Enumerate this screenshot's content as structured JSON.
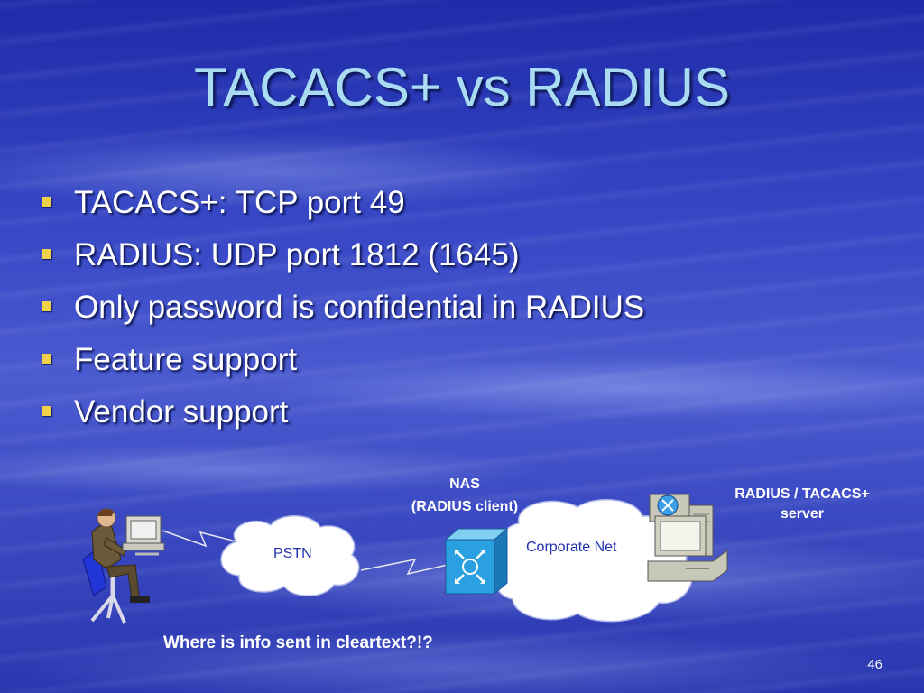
{
  "slide": {
    "title": "TACACS+ vs RADIUS",
    "bullets": [
      "TACACS+: TCP port 49",
      "RADIUS: UDP port 1812 (1645)",
      "Only password is confidential in RADIUS",
      "Feature support",
      "Vendor support"
    ],
    "page_number": "46"
  },
  "diagram": {
    "nas_label_line1": "NAS",
    "nas_label_line2": "(RADIUS client)",
    "server_label_line1": "RADIUS / TACACS+",
    "server_label_line2": "server",
    "pstn_label": "PSTN",
    "corporate_label": "Corporate Net",
    "question": "Where is info sent in cleartext?!?"
  },
  "colors": {
    "title": "#a9dcf2",
    "bullet_mark": "#f0d24a",
    "text": "#ffffff",
    "cloud_label": "#2030b0",
    "background": "#3545c4"
  },
  "icons": [
    "user-at-workstation-icon",
    "pstn-cloud-icon",
    "nas-router-icon",
    "corporate-net-cloud-icon",
    "server-workstation-icon",
    "lightning-link-icon"
  ]
}
